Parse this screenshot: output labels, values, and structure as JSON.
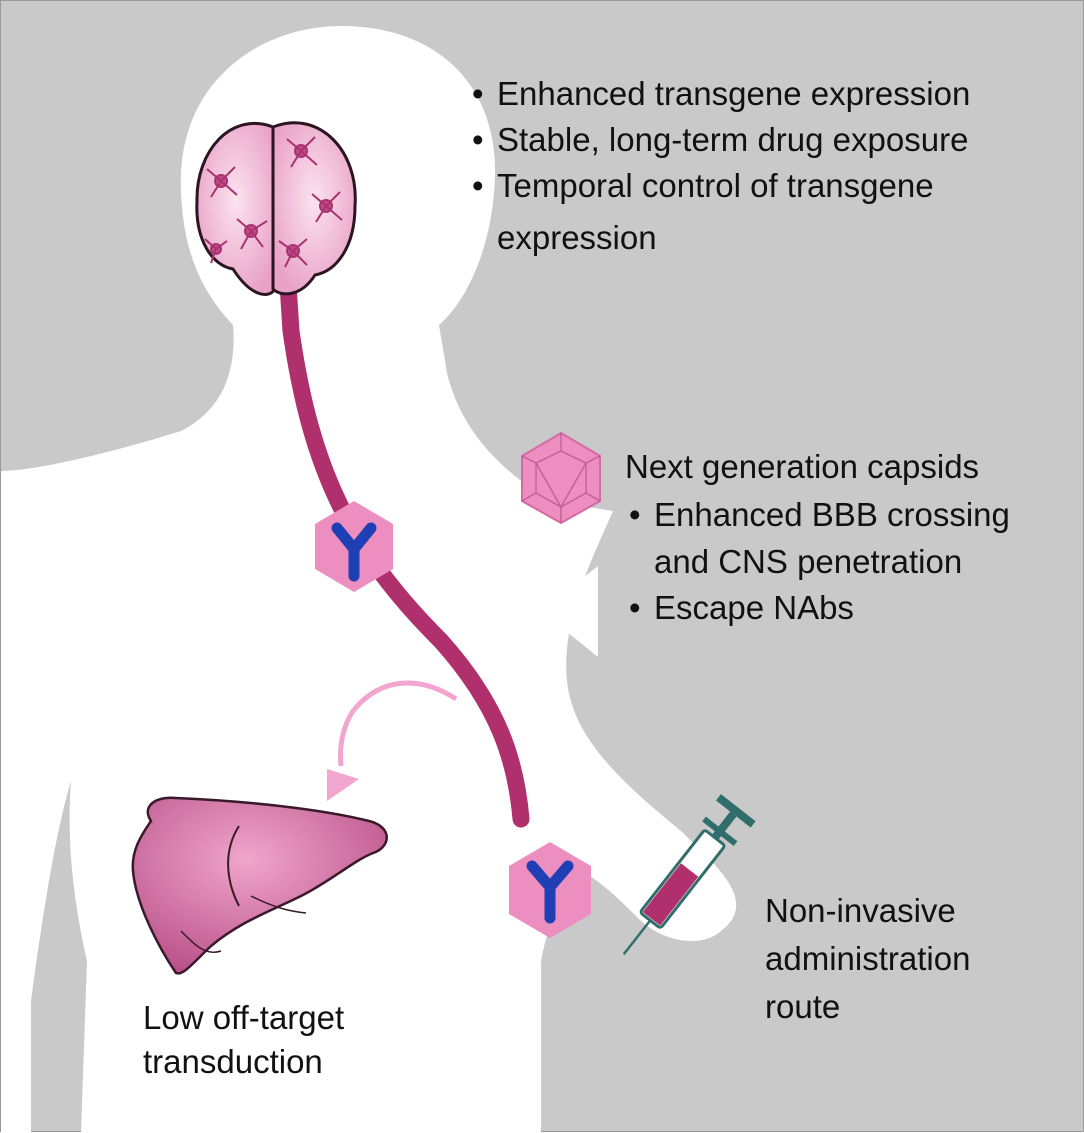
{
  "brain_benefits": {
    "items": [
      "Enhanced transgene expression",
      "Stable, long-term drug exposure",
      "Temporal control of transgene",
      "expression"
    ]
  },
  "capsids": {
    "heading": "Next generation capsids",
    "items": [
      "Enhanced BBB crossing",
      "and CNS penetration",
      "Escape NAbs"
    ]
  },
  "liver": {
    "caption_line1": "Low off-target",
    "caption_line2": "transduction"
  },
  "injection": {
    "caption_line1": "Non-invasive",
    "caption_line2": "administration",
    "caption_line3": "route"
  },
  "colors": {
    "background": "#c9c9c9",
    "silhouette": "#ffffff",
    "pathway_arrow": "#b0306e",
    "offtarget_arrow": "#f2a6cf",
    "capsid": "#ec8ec0",
    "antibody": "#1f3fb5",
    "liver": "#c8609a",
    "syringe": "#2f6e6a"
  },
  "icons": {
    "brain": "brain-with-neurons-icon",
    "capsid": "icosahedral-capsid-icon",
    "antibody": "antibody-y-icon",
    "liver": "liver-icon",
    "syringe": "syringe-icon",
    "pointer": "triangle-pointer-icon"
  }
}
